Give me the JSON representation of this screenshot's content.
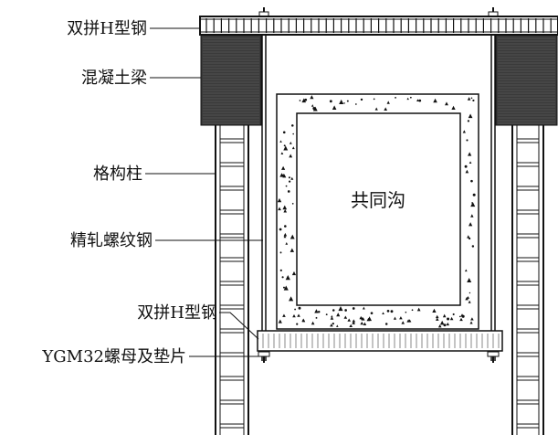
{
  "labels": {
    "top_beam": "双拼H型钢",
    "concrete_beam": "混凝土梁",
    "lattice_column": "格构柱",
    "rebar_rod": "精轧螺纹钢",
    "bottom_beam": "双拼H型钢",
    "nut_washer": "YGM32螺母及垫片"
  },
  "center_label": "共同沟",
  "colors": {
    "line": "#111111",
    "concrete_block": "#3a3a3a",
    "beam_fill": "#ffffff",
    "background": "#ffffff"
  }
}
